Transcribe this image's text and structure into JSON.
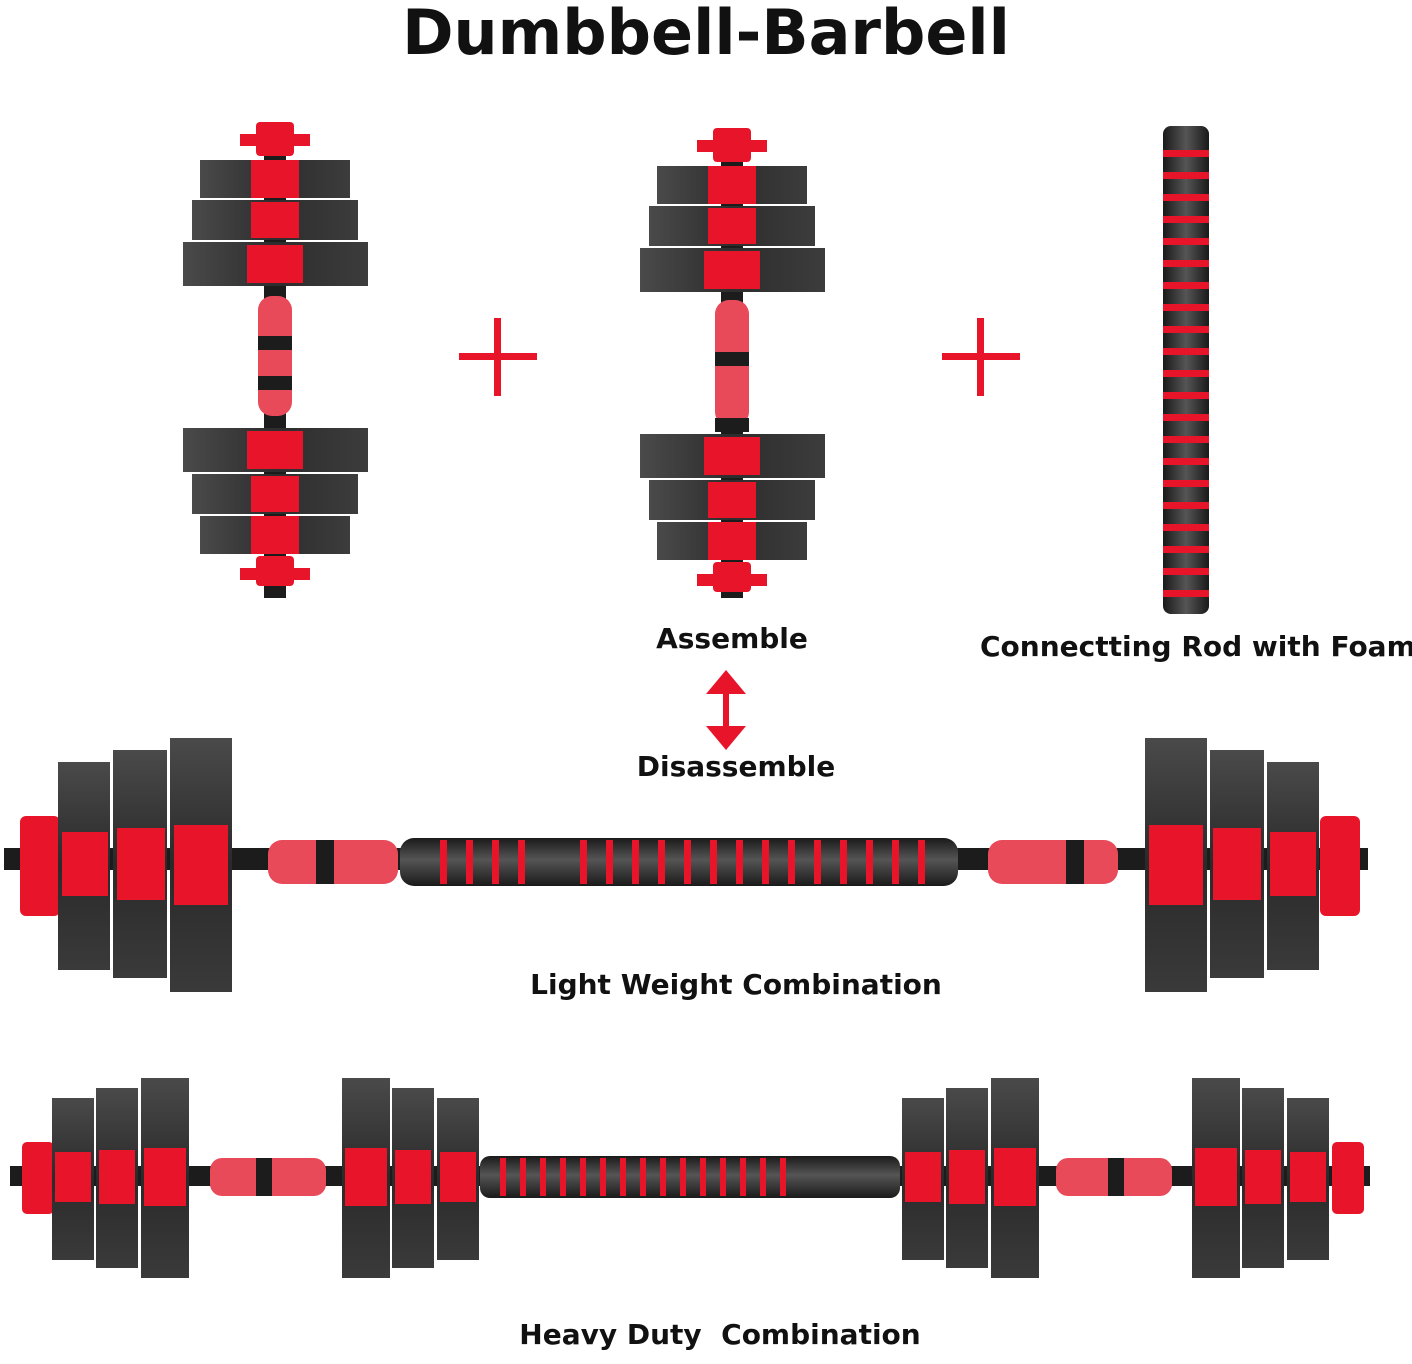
{
  "title": "Dumbbell-Barbell",
  "labels": {
    "assemble": "Assemble",
    "disassemble": "Disassemble",
    "rod": "Connectting Rod with Foam",
    "light": "Light Weight Combination",
    "heavy": "Heavy Duty  Combination"
  },
  "colors": {
    "accent": "#e8142a",
    "plate": "#3a3a3a",
    "plate_dark": "#262626",
    "handle_red": "#e84a5a",
    "text": "#111111"
  }
}
